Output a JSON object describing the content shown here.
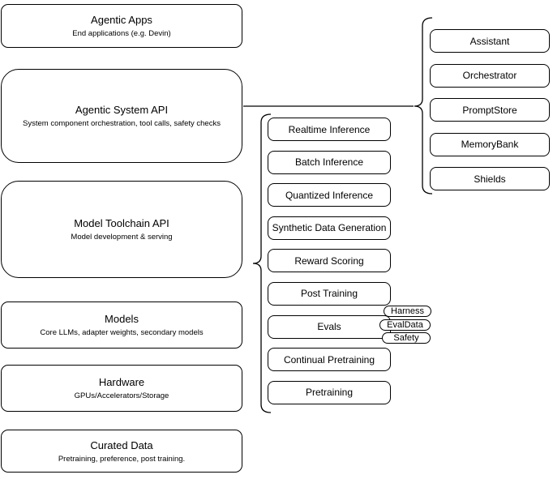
{
  "diagram": {
    "left_stack": [
      {
        "title": "Agentic Apps",
        "subtitle": "End applications (e.g. Devin)"
      },
      {
        "title": "Agentic System API",
        "subtitle": "System component orchestration, tool calls, safety checks"
      },
      {
        "title": "Model Toolchain API",
        "subtitle": "Model development & serving"
      },
      {
        "title": "Models",
        "subtitle": "Core LLMs, adapter weights, secondary models"
      },
      {
        "title": "Hardware",
        "subtitle": "GPUs/Accelerators/Storage"
      },
      {
        "title": "Curated Data",
        "subtitle": "Pretraining, preference, post training."
      }
    ],
    "toolchain_group": {
      "items": [
        "Realtime Inference",
        "Batch Inference",
        "Quantized Inference",
        "Synthetic Data Generation",
        "Reward Scoring",
        "Post Training",
        "Evals",
        "Continual Pretraining",
        "Pretraining"
      ],
      "evals_tags": [
        "Harness",
        "EvalData",
        "Safety"
      ]
    },
    "system_group": {
      "items": [
        "Assistant",
        "Orchestrator",
        "PromptStore",
        "MemoryBank",
        "Shields"
      ]
    },
    "colors": {
      "stroke": "#000000",
      "fill": "#ffffff",
      "background": "#ffffff"
    }
  }
}
